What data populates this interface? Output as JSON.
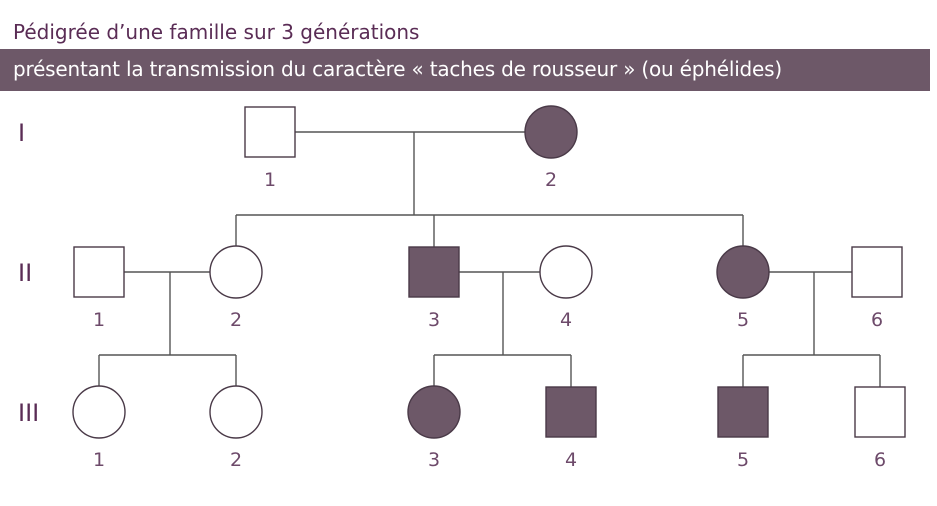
{
  "title": "Pédigrée d’une famille sur 3 générations",
  "subtitle": "présentant la transmission du caractère « taches de rousseur » (ou éphélides)",
  "colors": {
    "affected": "#6d5868",
    "unaffected": "#ffffff",
    "stroke": "#4a3a48",
    "line": "#555555",
    "label": "#5a2c55"
  },
  "generations": [
    {
      "label": "I",
      "members": [
        {
          "number": "1",
          "sex": "male",
          "affected": false
        },
        {
          "number": "2",
          "sex": "female",
          "affected": true
        }
      ]
    },
    {
      "label": "II",
      "members": [
        {
          "number": "1",
          "sex": "male",
          "affected": false
        },
        {
          "number": "2",
          "sex": "female",
          "affected": false
        },
        {
          "number": "3",
          "sex": "male",
          "affected": true
        },
        {
          "number": "4",
          "sex": "female",
          "affected": false
        },
        {
          "number": "5",
          "sex": "female",
          "affected": true
        },
        {
          "number": "6",
          "sex": "male",
          "affected": false
        }
      ]
    },
    {
      "label": "III",
      "members": [
        {
          "number": "1",
          "sex": "female",
          "affected": false
        },
        {
          "number": "2",
          "sex": "female",
          "affected": false
        },
        {
          "number": "3",
          "sex": "female",
          "affected": true
        },
        {
          "number": "4",
          "sex": "male",
          "affected": true
        },
        {
          "number": "5",
          "sex": "male",
          "affected": true
        },
        {
          "number": "6",
          "sex": "male",
          "affected": false
        }
      ]
    }
  ]
}
